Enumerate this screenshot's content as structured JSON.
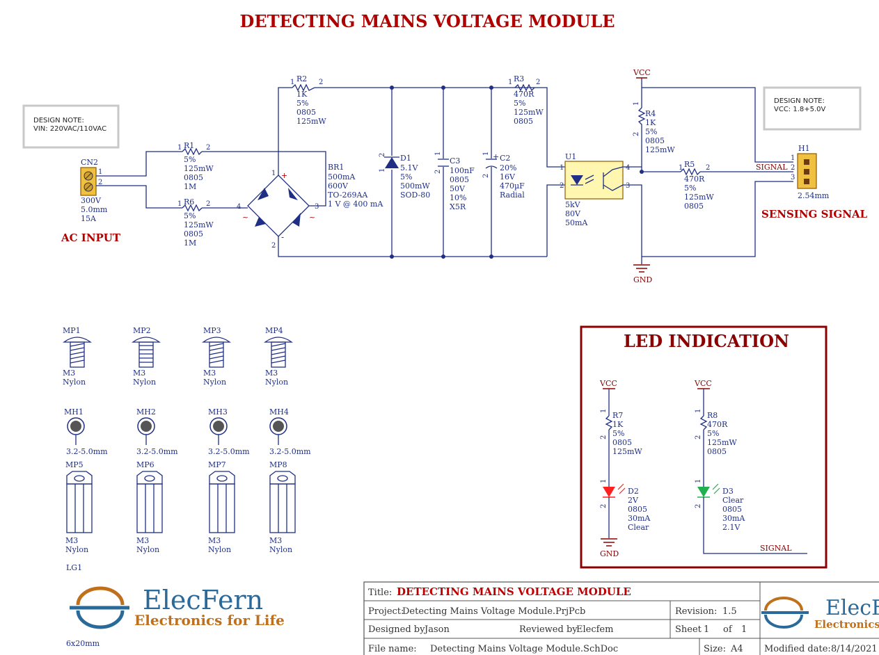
{
  "title": "DETECTING MAINS VOLTAGE MODULE",
  "notes": {
    "left": [
      "DESIGN NOTE:",
      "VIN: 220VAC/110VAC"
    ],
    "right": [
      "DESIGN NOTE:",
      "VCC: 1.8+5.0V"
    ]
  },
  "section_labels": {
    "ac_input": "AC INPUT",
    "sensing_signal": "SENSING SIGNAL",
    "led_indication": "LED INDICATION"
  },
  "components": {
    "cn2": {
      "ref": "CN2",
      "pins": [
        "1",
        "2"
      ],
      "params": [
        "300V",
        "5.0mm",
        "15A"
      ]
    },
    "r1": {
      "ref": "R1",
      "pins": [
        "1",
        "2"
      ],
      "params": [
        "5%",
        "125mW",
        "0805",
        "1M"
      ]
    },
    "r6": {
      "ref": "R6",
      "pins": [
        "1",
        "2"
      ],
      "params": [
        "5%",
        "125mW",
        "0805",
        "1M"
      ]
    },
    "r2": {
      "ref": "R2",
      "pins": [
        "1",
        "2"
      ],
      "params": [
        "1K",
        "5%",
        "0805",
        "125mW"
      ]
    },
    "br1": {
      "ref": "BR1",
      "pins": [
        "1",
        "2",
        "3",
        "4"
      ],
      "plus": "+",
      "minus": "-",
      "tilde": "~",
      "params": [
        "500mA",
        "600V",
        "TO-269AA",
        "1 V @ 400 mA"
      ]
    },
    "d1": {
      "ref": "D1",
      "pins": [
        "1",
        "2"
      ],
      "params": [
        "5.1V",
        "5%",
        "500mW",
        "SOD-80"
      ]
    },
    "c3": {
      "ref": "C3",
      "pins": [
        "1",
        "2"
      ],
      "params": [
        "100nF",
        "0805",
        "50V",
        "10%",
        "X5R"
      ]
    },
    "c2": {
      "ref": "C2",
      "pins": [
        "1",
        "2"
      ],
      "plus": "+",
      "params": [
        "20%",
        "16V",
        "470µF",
        "Radial"
      ]
    },
    "r3": {
      "ref": "R3",
      "pins": [
        "1",
        "2"
      ],
      "params": [
        "470R",
        "5%",
        "125mW",
        "0805"
      ]
    },
    "u1": {
      "ref": "U1",
      "pins": [
        "1",
        "2",
        "3",
        "4"
      ],
      "params": [
        "5kV",
        "80V",
        "50mA"
      ]
    },
    "r4": {
      "ref": "R4",
      "pins": [
        "1",
        "2"
      ],
      "params": [
        "1K",
        "5%",
        "0805",
        "125mW"
      ]
    },
    "r5": {
      "ref": "R5",
      "pins": [
        "1",
        "2"
      ],
      "params": [
        "470R",
        "5%",
        "125mW",
        "0805"
      ]
    },
    "h1": {
      "ref": "H1",
      "pins": [
        "1",
        "2",
        "3"
      ],
      "params": [
        "2.54mm"
      ]
    },
    "r7": {
      "ref": "R7",
      "pins": [
        "1",
        "2"
      ],
      "params": [
        "1K",
        "5%",
        "0805",
        "125mW"
      ]
    },
    "r8": {
      "ref": "R8",
      "pins": [
        "1",
        "2"
      ],
      "params": [
        "470R",
        "5%",
        "125mW",
        "0805"
      ]
    },
    "d2": {
      "ref": "D2",
      "pins": [
        "1",
        "2"
      ],
      "params": [
        "2V",
        "0805",
        "30mA",
        "Clear"
      ]
    },
    "d3": {
      "ref": "D3",
      "pins": [
        "1",
        "2"
      ],
      "params": [
        "Clear",
        "0805",
        "30mA",
        "2.1V"
      ]
    }
  },
  "nets": {
    "vcc": "VCC",
    "gnd": "GND",
    "signal": "SIGNAL"
  },
  "mechanical": {
    "screws": [
      {
        "ref": "MP1",
        "params": [
          "M3",
          "Nylon"
        ]
      },
      {
        "ref": "MP2",
        "params": [
          "M3",
          "Nylon"
        ]
      },
      {
        "ref": "MP3",
        "params": [
          "M3",
          "Nylon"
        ]
      },
      {
        "ref": "MP4",
        "params": [
          "M3",
          "Nylon"
        ]
      }
    ],
    "holes": [
      {
        "ref": "MH1",
        "size": "3.2-5.0mm"
      },
      {
        "ref": "MH2",
        "size": "3.2-5.0mm"
      },
      {
        "ref": "MH3",
        "size": "3.2-5.0mm"
      },
      {
        "ref": "MH4",
        "size": "3.2-5.0mm"
      }
    ],
    "standoffs": [
      {
        "ref": "MP5",
        "params": [
          "M3",
          "Nylon"
        ]
      },
      {
        "ref": "MP6",
        "params": [
          "M3",
          "Nylon"
        ]
      },
      {
        "ref": "MP7",
        "params": [
          "M3",
          "Nylon"
        ]
      },
      {
        "ref": "MP8",
        "params": [
          "M3",
          "Nylon"
        ]
      }
    ]
  },
  "logo": {
    "ref": "LG1",
    "brand": "ElecFern",
    "tagline": "Electronics for Life",
    "size": "6x20mm",
    "brand_partial": "ElecF",
    "tagline_partial": "Electronics"
  },
  "title_block": {
    "title_label": "Title:",
    "title_value": "DETECTING MAINS VOLTAGE MODULE",
    "project_label": "Project:",
    "project_value": "Detecting Mains Voltage Module.PrjPcb",
    "revision_label": "Revision:",
    "revision_value": "1.5",
    "designed_label": "Designed by",
    "designed_value": "Jason",
    "reviewed_label": "Reviewed by",
    "reviewed_value": "Elecfem",
    "sheet_label": "Sheet",
    "sheet_value": "1",
    "of_label": "of",
    "of_value": "1",
    "file_label": "File name:",
    "file_value": "Detecting Mains Voltage Module.SchDoc",
    "size_label": "Size:",
    "size_value": "A4",
    "modified_label": "Modified date:",
    "modified_value": "8/14/2021"
  },
  "colors": {
    "wire": "#1f2f86",
    "accent": "#b00000",
    "connector": "#f0c040",
    "led_red": "#ff2020",
    "led_green": "#20b050",
    "logo_blue": "#2a6a9a",
    "logo_orange": "#c0701a"
  }
}
